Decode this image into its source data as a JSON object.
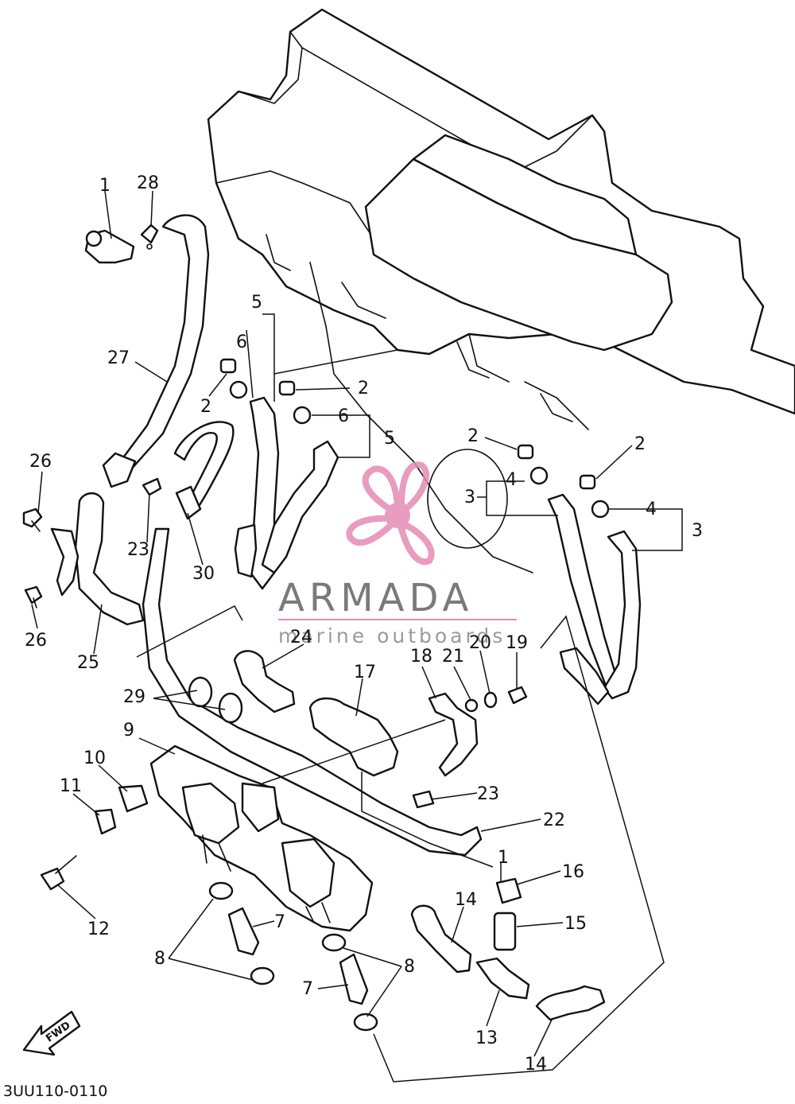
{
  "diagram_code": "3UU110-0110",
  "fwd_label": "FWD",
  "watermark": {
    "brand": "ARMADA",
    "tagline": "marine outboards",
    "logo_color": "#e48bb5"
  },
  "callouts": {
    "c1a": "1",
    "c1b": "1",
    "c2a": "2",
    "c2b": "2",
    "c2c": "2",
    "c2d": "2",
    "c3a": "3",
    "c3b": "3",
    "c4a": "4",
    "c4b": "4",
    "c5a": "5",
    "c5b": "5",
    "c6a": "6",
    "c6b": "6",
    "c7a": "7",
    "c7b": "7",
    "c8a": "8",
    "c8b": "8",
    "c9": "9",
    "c10": "10",
    "c11": "11",
    "c12": "12",
    "c13": "13",
    "c14a": "14",
    "c14b": "14",
    "c15": "15",
    "c16": "16",
    "c17": "17",
    "c18": "18",
    "c19": "19",
    "c20": "20",
    "c21": "21",
    "c22": "22",
    "c23a": "23",
    "c23b": "23",
    "c24": "24",
    "c25": "25",
    "c26a": "26",
    "c26b": "26",
    "c27": "27",
    "c28": "28",
    "c29": "29",
    "c30": "30"
  }
}
